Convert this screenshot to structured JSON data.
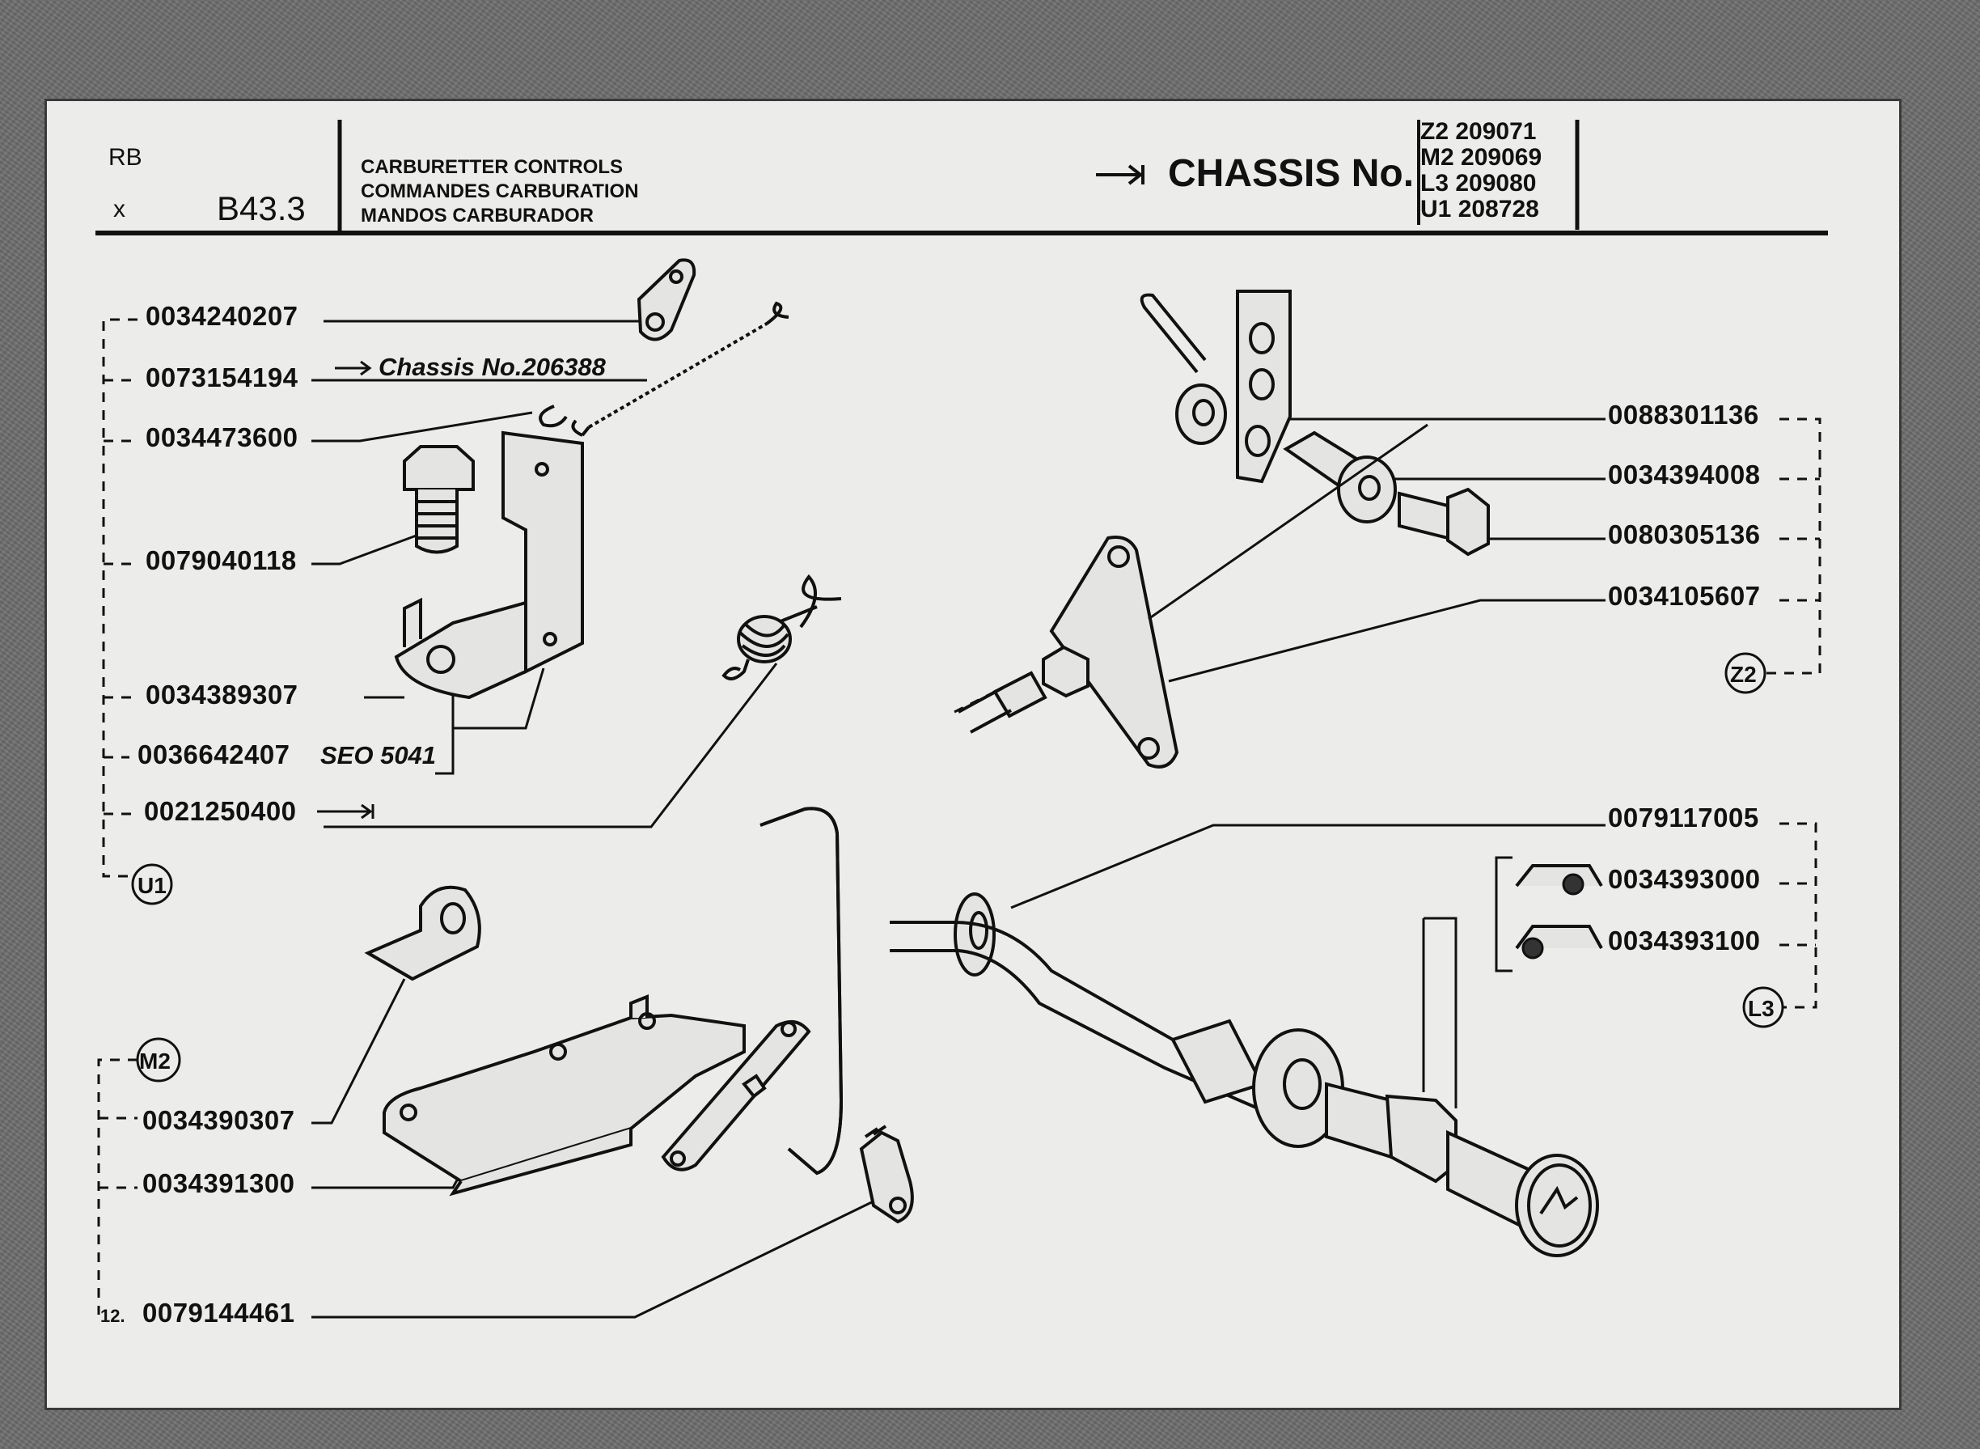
{
  "header": {
    "rb": "RB",
    "x": "x",
    "code": "B43.3",
    "titles": [
      "CARBURETTER CONTROLS",
      "COMMANDES CARBURATION",
      "MANDOS CARBURADOR"
    ],
    "arrow": "→",
    "chassis_label": "CHASSIS No.",
    "chassis_rows": [
      {
        "model": "Z2",
        "number": "209071"
      },
      {
        "model": "M2",
        "number": "209069"
      },
      {
        "model": "L3",
        "number": "209080"
      },
      {
        "model": "U1",
        "number": "208728"
      }
    ]
  },
  "groups": {
    "u1": "U1",
    "z2": "Z2",
    "l3": "L3",
    "m2": "M2"
  },
  "parts_left": [
    "0034240207",
    "0073154194",
    "0034473600",
    "0079040118",
    "0034389307",
    "0036642407",
    "0021250400"
  ],
  "notes": {
    "chassis_note": "Chassis No.206388",
    "seo": "SEO 5041"
  },
  "parts_right": [
    "0088301136",
    "0034394008",
    "0080305136",
    "0034105607"
  ],
  "parts_l3": [
    "0079117005",
    "0034393000",
    "0034393100"
  ],
  "parts_m2": [
    "0034390307",
    "0034391300",
    "0079144461"
  ],
  "m2_prefix": "12."
}
